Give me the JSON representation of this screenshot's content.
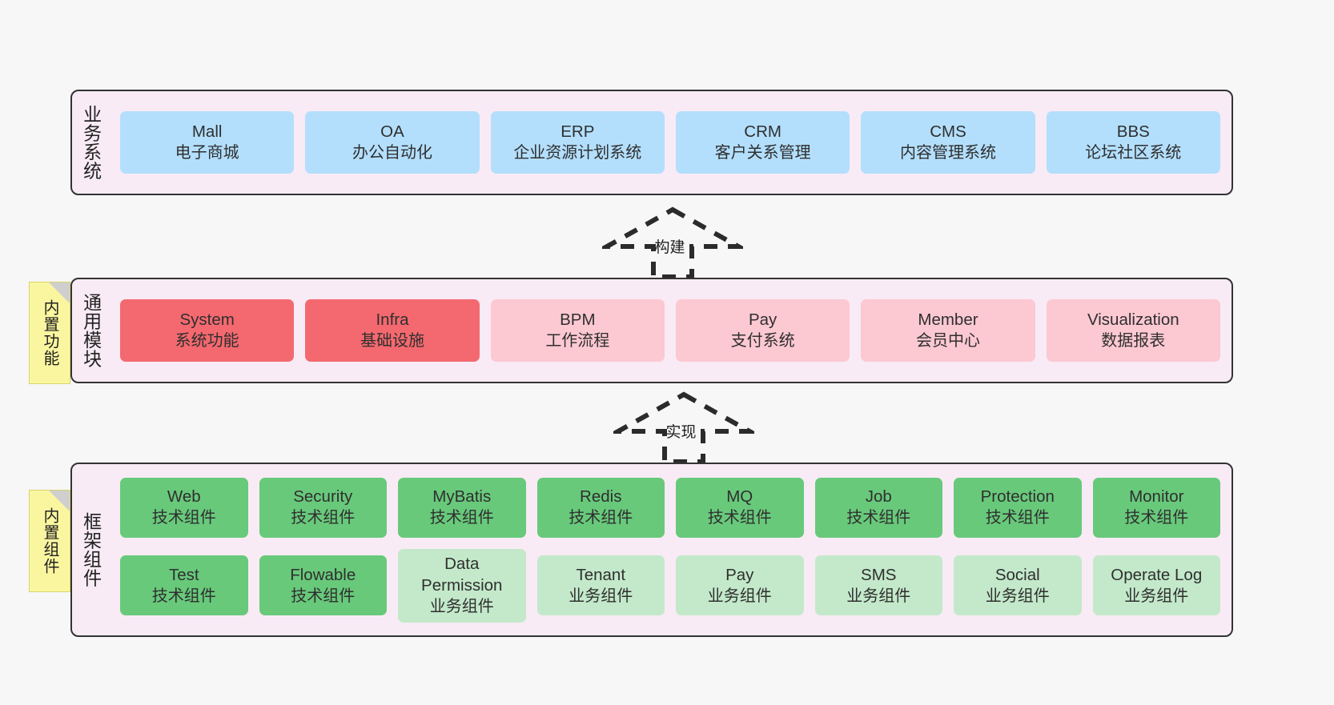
{
  "layers": {
    "business": {
      "title": "业务系统",
      "items": [
        {
          "en": "Mall",
          "cn": "电子商城"
        },
        {
          "en": "OA",
          "cn": "办公自动化"
        },
        {
          "en": "ERP",
          "cn": "企业资源计划系统"
        },
        {
          "en": "CRM",
          "cn": "客户关系管理"
        },
        {
          "en": "CMS",
          "cn": "内容管理系统"
        },
        {
          "en": "BBS",
          "cn": "论坛社区系统"
        }
      ]
    },
    "modules": {
      "title": "通用模块",
      "items": [
        {
          "en": "System",
          "cn": "系统功能",
          "color": "red"
        },
        {
          "en": "Infra",
          "cn": "基础设施",
          "color": "red"
        },
        {
          "en": "BPM",
          "cn": "工作流程",
          "color": "pink"
        },
        {
          "en": "Pay",
          "cn": "支付系统",
          "color": "pink"
        },
        {
          "en": "Member",
          "cn": "会员中心",
          "color": "pink"
        },
        {
          "en": "Visualization",
          "cn": "数据报表",
          "color": "pink"
        }
      ]
    },
    "framework": {
      "title": "框架组件",
      "row1": [
        {
          "en": "Web",
          "cn": "技术组件",
          "color": "green"
        },
        {
          "en": "Security",
          "cn": "技术组件",
          "color": "green"
        },
        {
          "en": "MyBatis",
          "cn": "技术组件",
          "color": "green"
        },
        {
          "en": "Redis",
          "cn": "技术组件",
          "color": "green"
        },
        {
          "en": "MQ",
          "cn": "技术组件",
          "color": "green"
        },
        {
          "en": "Job",
          "cn": "技术组件",
          "color": "green"
        },
        {
          "en": "Protection",
          "cn": "技术组件",
          "color": "green"
        },
        {
          "en": "Monitor",
          "cn": "技术组件",
          "color": "green"
        }
      ],
      "row2": [
        {
          "en": "Test",
          "cn": "技术组件",
          "color": "green"
        },
        {
          "en": "Flowable",
          "cn": "技术组件",
          "color": "green"
        },
        {
          "en": "Data Permission",
          "cn": "业务组件",
          "color": "lgreen",
          "tall": true
        },
        {
          "en": "Tenant",
          "cn": "业务组件",
          "color": "lgreen"
        },
        {
          "en": "Pay",
          "cn": "业务组件",
          "color": "lgreen"
        },
        {
          "en": "SMS",
          "cn": "业务组件",
          "color": "lgreen"
        },
        {
          "en": "Social",
          "cn": "业务组件",
          "color": "lgreen"
        },
        {
          "en": "Operate Log",
          "cn": "业务组件",
          "color": "lgreen"
        }
      ]
    }
  },
  "notes": {
    "builtin_function": "内置功能",
    "builtin_component": "内置组件"
  },
  "arrows": {
    "build": "构建",
    "implement": "实现"
  },
  "colors": {
    "panel_bg": "#f8ebf5",
    "panel_border": "#333333",
    "blue": "#b3dffd",
    "red": "#f4696f",
    "pink": "#fcc8d2",
    "green": "#68c97b",
    "light_green": "#c3e9ca",
    "note_yellow": "#faf6a0",
    "page_bg": "#f7f7f7"
  }
}
